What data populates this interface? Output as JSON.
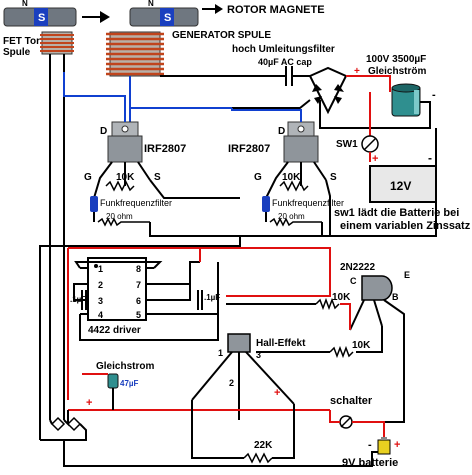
{
  "labels": {
    "n_pole_left": "N",
    "s_pole_left": "S",
    "n_pole_right": "N",
    "s_pole_right": "S",
    "rotor_magnet": "ROTOR MAGNETE",
    "fet_tor_line1": "FET Tor",
    "fet_tor_line2": "Spule",
    "generator_coil": "GENERATOR SPULE",
    "bypass_filter": "hoch Umleitungsfilter",
    "ac_cap": "40µF AC cap",
    "cap_100v": "100V 3500µF",
    "gleichstrom_top": "Gleichström",
    "d_left": "D",
    "d_right": "D",
    "irf_left": "IRF2807",
    "irf_right": "IRF2807",
    "sw1": "SW1",
    "g_left": "G",
    "g_right": "G",
    "k10_left": "10K",
    "k10_right": "10K",
    "s_left": "S",
    "s_right": "S",
    "battery_12v": "12V",
    "plus_bat": "+",
    "minus_bat": "-",
    "rf_filter_left": "Funkfrequenzfilter",
    "rf_filter_right": "Funkfrequenzfilter",
    "ohm20_left": "20 ohm",
    "ohm20_right": "20 ohm",
    "sw1_note_line1": "sw1 lädt die Batterie bei",
    "sw1_note_line2": "einem variablen Zinssatz",
    "transistor": "2N2222",
    "pin_c": "C",
    "pin_e": "E",
    "pin_b": "B",
    "pin1": "1",
    "pin2": "2",
    "pin3": "3",
    "pin4": "4",
    "pin5": "5",
    "pin6": "6",
    "pin7": "7",
    "pin8": "8",
    "cap_1uf_left": ".1µF",
    "cap_1uf_right": ".1µF",
    "driver": "4422 driver",
    "k10_mid": "10K",
    "k10_low": "10K",
    "hall": "Hall-Effekt",
    "hall_pin1": "1",
    "hall_pin2": "2",
    "hall_pin3": "3",
    "gleichstrom_bottom": "Gleichstrom",
    "cap_47uf": "47µF",
    "schalter": "schalter",
    "k22": "22K",
    "battery_9v": "9V batterie",
    "plus_9v": "+",
    "minus_9v": "-"
  },
  "colors": {
    "wire_black": "#000000",
    "wire_red": "#e01010",
    "wire_blue": "#1040d0",
    "magnet_body": "#6f7780",
    "magnet_s": "#1a3fbf",
    "coil_copper": "#c0441c",
    "fet_body": "#9aa0a6",
    "battery_fill": "#e8e8e8",
    "cap_teal": "#2f8f8f"
  }
}
